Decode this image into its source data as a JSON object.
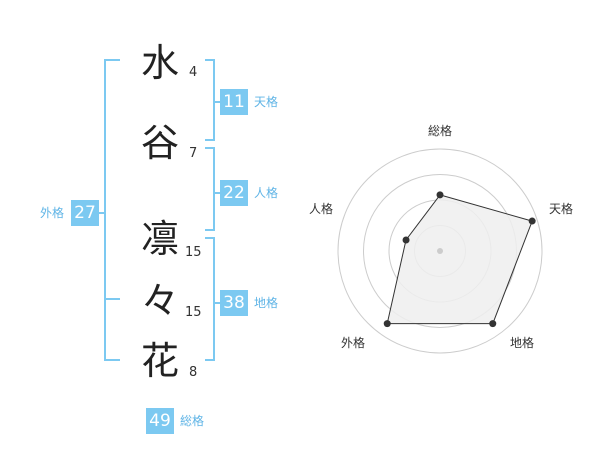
{
  "name": {
    "characters": [
      {
        "char": "水",
        "strokes": "4"
      },
      {
        "char": "谷",
        "strokes": "7"
      },
      {
        "char": "凛",
        "strokes": "15"
      },
      {
        "char": "々",
        "strokes": "15"
      },
      {
        "char": "花",
        "strokes": "8"
      }
    ]
  },
  "fortunes": {
    "tenkaku": {
      "value": "11",
      "label": "天格"
    },
    "jinkaku": {
      "value": "22",
      "label": "人格"
    },
    "chikaku": {
      "value": "38",
      "label": "地格"
    },
    "gaikaku": {
      "value": "27",
      "label": "外格"
    },
    "soukaku": {
      "value": "49",
      "label": "総格"
    }
  },
  "radar": {
    "axes": [
      "総格",
      "天格",
      "地格",
      "外格",
      "人格"
    ],
    "values": [
      0.55,
      0.95,
      0.88,
      0.88,
      0.35
    ],
    "colors": {
      "ring": "#cccccc",
      "fill": "#eeeeee",
      "stroke": "#333333",
      "point": "#333333",
      "center": "#cccccc"
    }
  },
  "colors": {
    "accent": "#7cc9f1",
    "bracket": "#7cc9f1",
    "label": "#5fb4e6"
  }
}
